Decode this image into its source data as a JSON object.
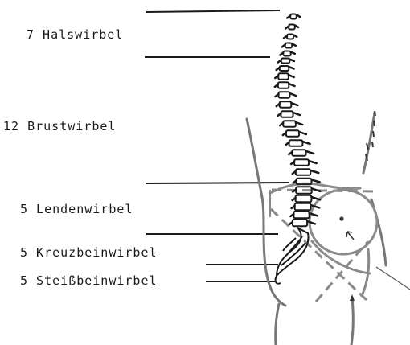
{
  "labels": {
    "cervical": "7 Halswirbel",
    "thoracic": "12 Brustwirbel",
    "lumbar": "5 Lendenwirbel",
    "sacral": "5 Kreuzbeinwirbel",
    "coccygeal": "5 Steißbeinwirbel"
  },
  "colors": {
    "ink": "#1a1a1a",
    "body_outline": "#777777",
    "pelvis": "#8a8a8a"
  }
}
